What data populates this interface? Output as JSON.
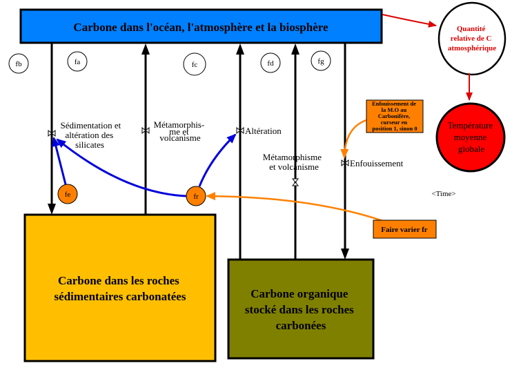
{
  "stocks": {
    "ocean": {
      "label": "Carbone dans l'océan, l'atmosphère et la biosphère",
      "color": "#0080ff"
    },
    "sedimentary": {
      "lines": [
        "Carbone dans les roches",
        "sédimentaires carbonatées"
      ],
      "color": "#ffbf00"
    },
    "organic": {
      "lines": [
        "Carbone organique",
        "stocké dans les roches",
        "carbonées"
      ],
      "color": "#808000"
    }
  },
  "variables": {
    "quantite": {
      "lines": [
        "Quantité",
        "relative de C",
        "atmosphérique"
      ],
      "color": "#ff0000"
    },
    "temperature": {
      "lines": [
        "Température",
        "moyenne",
        "globale"
      ],
      "color": "#ff0000"
    },
    "time": "<Time>"
  },
  "flow_constants": [
    "fb",
    "fa",
    "fc",
    "fd",
    "fg"
  ],
  "parameters": {
    "fe": "fe",
    "fr": "fr",
    "orange": "#ff8000"
  },
  "flows": {
    "sedimentation": [
      "Sédimentation et",
      "altération des",
      "silicates"
    ],
    "metamorphisme1": [
      "Métamorphis-",
      "me et",
      "volcanisme"
    ],
    "alteration": "Altération",
    "metamorphisme2": [
      "Métamorphisme",
      "et volcanisme"
    ],
    "enfouissement": "Enfouissement"
  },
  "controls": {
    "enfouissement_mo": [
      "Enfouissement de",
      "la M.O au",
      "Carbonifère,",
      "curseur en",
      "position 1, sinon 0"
    ],
    "faire_varier": "Faire varier fr"
  },
  "link_colors": {
    "blue": "#0000dd",
    "red": "#dd0000",
    "orange": "#ff8000"
  }
}
